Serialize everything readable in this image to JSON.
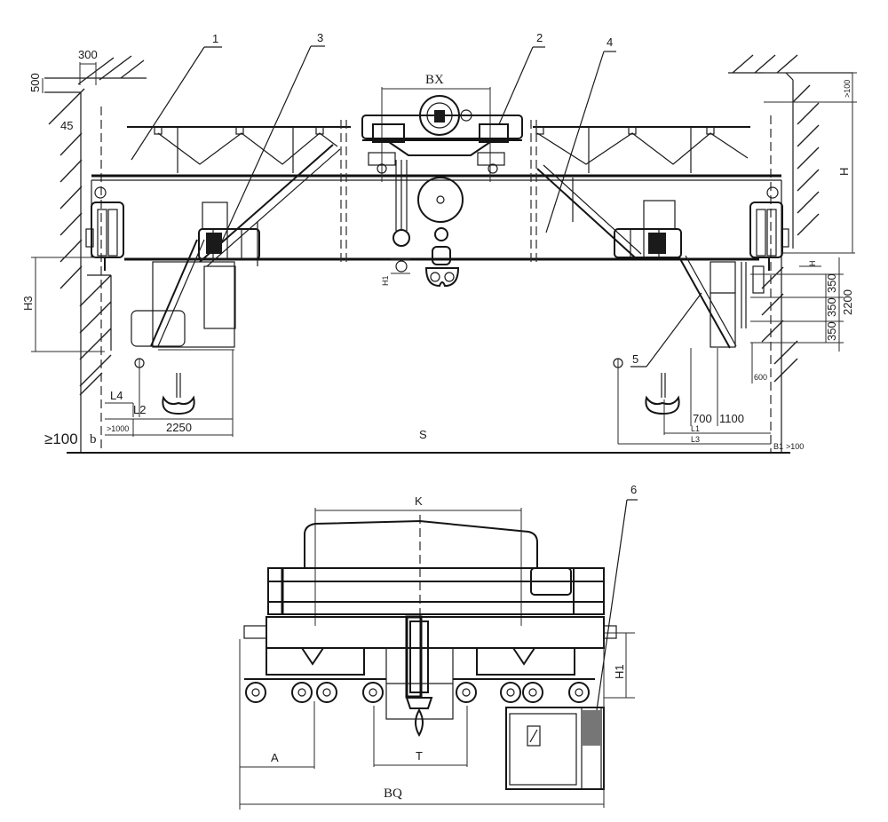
{
  "drawing": {
    "title": "Double girder overhead crane general arrangement",
    "views": [
      "elevation",
      "side-view"
    ]
  },
  "callouts": [
    {
      "id": "1",
      "label": "1"
    },
    {
      "id": "2",
      "label": "2"
    },
    {
      "id": "3",
      "label": "3"
    },
    {
      "id": "4",
      "label": "4"
    },
    {
      "id": "5",
      "label": "5"
    },
    {
      "id": "6",
      "label": "6"
    }
  ],
  "elevation": {
    "dims": {
      "d300": "300",
      "d500": "500",
      "d45": "45",
      "bx": "BX",
      "gt100_top": ">100",
      "h": "H",
      "h_small": "H",
      "h1": "H1",
      "h3": "H3",
      "d350a": "350",
      "d350b": "350",
      "d350c": "350",
      "d2200": "2200",
      "d600": "600",
      "d700": "700",
      "d1100": "1100",
      "l1": "L1",
      "l3": "L3",
      "b1": "B1",
      "gt100_right": ">100",
      "l4": "L4",
      "l2": "L2",
      "gt1000": ">1000",
      "d2250": "2250",
      "s": "S",
      "ge100": "≥100",
      "b": "b"
    }
  },
  "side_view": {
    "dims": {
      "k": "K",
      "h1": "H1",
      "a": "A",
      "t": "T",
      "bq": "BQ"
    }
  }
}
